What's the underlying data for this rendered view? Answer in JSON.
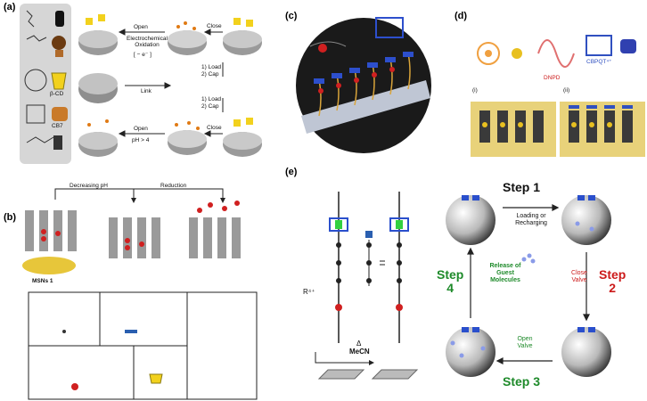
{
  "panel_a": {
    "label": "(a)",
    "legend": [
      "β-CD",
      "CB7"
    ],
    "arrows": {
      "open_electro": "Open",
      "electro_oxidation": "Electrochemical Oxidation",
      "electron": "[ − e⁻ ]",
      "close_top": "Close",
      "link": "Link",
      "load_cap_1": "1) Load",
      "load_cap_1b": "2) Cap",
      "load_cap_2": "1) Load",
      "load_cap_2b": "2) Cap",
      "open_ph": "Open",
      "ph": "pH > 4",
      "close_bottom": "Close"
    }
  },
  "panel_b": {
    "label": "(b)",
    "decreasing_ph": "Decreasing pH",
    "reduction": "Reduction",
    "msns": "MSNs 1"
  },
  "panel_c": {
    "label": "(c)"
  },
  "panel_d": {
    "label": "(d)",
    "label_i": "(i)",
    "label_ii": "(ii)",
    "dnpd": "DNPD",
    "cbpqt": "CBPQT⁴⁺"
  },
  "panel_e": {
    "label": "(e)",
    "r4": "R⁴⁺",
    "delta": "Δ",
    "mecn": "MeCN",
    "step1": "Step 1",
    "loading": "Loading or Recharging",
    "step2_line1": "Step",
    "step2_line2": "2",
    "close_valve": "Close Valve",
    "open_valve": "Open Valve",
    "step3": "Step 3",
    "step4_line1": "Step",
    "step4_line2": "4",
    "release": "Release of Guest Molecules"
  }
}
